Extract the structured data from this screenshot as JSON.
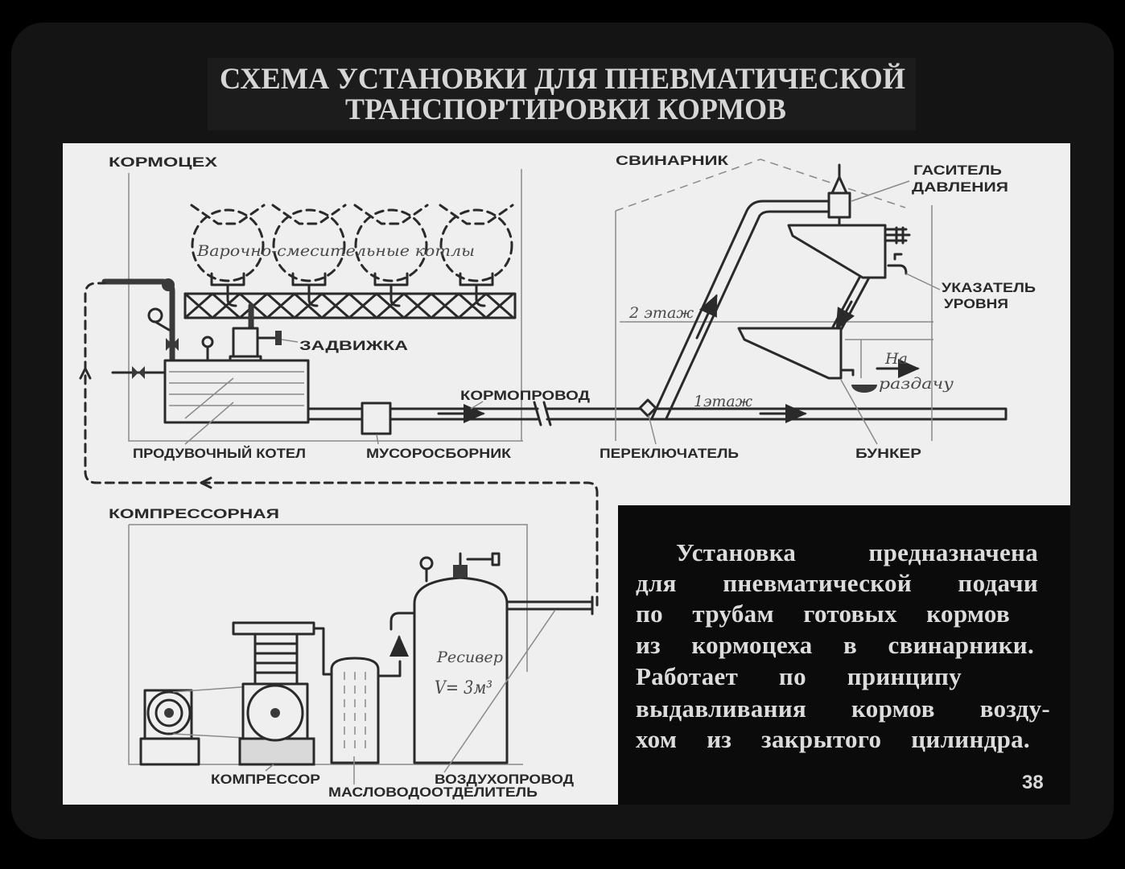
{
  "slide": {
    "title_line1": "СХЕМА УСТАНОВКИ ДЛЯ ПНЕВМАТИЧЕСКОЙ",
    "title_line2": "ТРАНСПОРТИРОВКИ КОРМОВ",
    "page_number": "38"
  },
  "sections": {
    "feed_shop": "КОРМОЦЕХ",
    "pigsty": "СВИНАРНИК",
    "compressor_room": "КОМПРЕССОРНАЯ"
  },
  "labels": {
    "boilers": "Варочно-смесительные котлы",
    "gate_valve": "ЗАДВИЖКА",
    "blow_boiler": "ПРОДУВОЧНЫЙ КОТЕЛ",
    "debris_collector": "МУСОРОСБОРНИК",
    "feed_pipe": "КОРМОПРОВОД",
    "switch": "ПЕРЕКЛЮЧАТЕЛЬ",
    "bunker": "БУНКЕР",
    "damper_line1": "ГАСИТЕЛЬ",
    "damper_line2": "ДАВЛЕНИЯ",
    "level_line1": "УКАЗАТЕЛЬ",
    "level_line2": "УРОВНЯ",
    "floor2": "2 этаж",
    "floor1": "1этаж",
    "dispense_line1": "На",
    "dispense_line2": "раздачу",
    "receiver": "Ресивер",
    "receiver_volume": "V= 3м³",
    "compressor": "КОМПРЕССОР",
    "air_pipe": "ВОЗДУХОПРОВОД",
    "oil_separator": "МАСЛОВОДООТДЕЛИТЕЛЬ"
  },
  "description": [
    "Установка предназначена",
    "для пневматической подачи",
    "по трубам готовых кормов",
    "из кормоцеха в свинарники.",
    "Работает по принципу",
    "выдавливания кормов возду-",
    "хом из закрытого цилиндра."
  ],
  "colors": {
    "background": "#000000",
    "frame": "#141414",
    "panel": "#efefef",
    "ink": "#2a2a2a",
    "text_light": "#dcdcdc"
  }
}
